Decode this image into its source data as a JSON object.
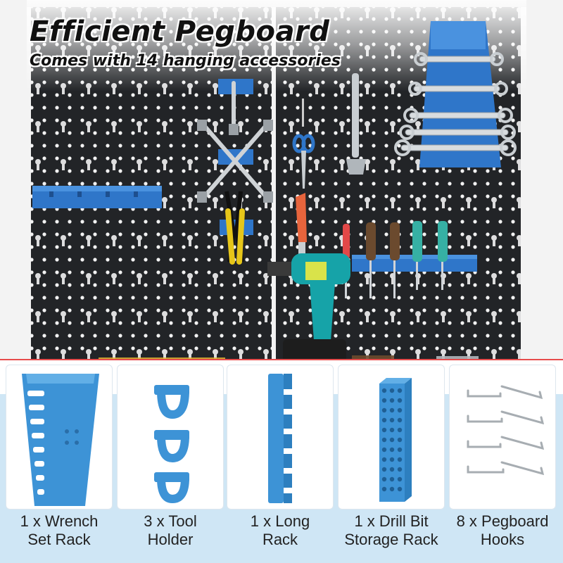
{
  "header": {
    "title": "Efficient Pegboard",
    "subtitle": "Comes with 14 hanging accessories"
  },
  "colors": {
    "board": "#222427",
    "accessory_blue": "#2f76c9",
    "card_blue": "#3d93d6",
    "strip_bg": "#cfe6f5",
    "divider": "#e74c4c"
  },
  "accessories": [
    {
      "id": "wrench-set-rack",
      "line1": "1 x Wrench",
      "line2": "Set Rack"
    },
    {
      "id": "tool-holder",
      "line1": "3 x Tool",
      "line2": "Holder"
    },
    {
      "id": "long-rack",
      "line1": "1 x Long",
      "line2": "Rack"
    },
    {
      "id": "drill-bit-storage-rack",
      "line1": "1 x Drill Bit",
      "line2": "Storage Rack"
    },
    {
      "id": "pegboard-hooks",
      "line1": "8 x Pegboard",
      "line2": "Hooks"
    }
  ],
  "icons": [
    "wrench-icon",
    "scissors-icon",
    "pliers-icon",
    "screwdriver-icon",
    "drill-icon",
    "hook-icon"
  ]
}
